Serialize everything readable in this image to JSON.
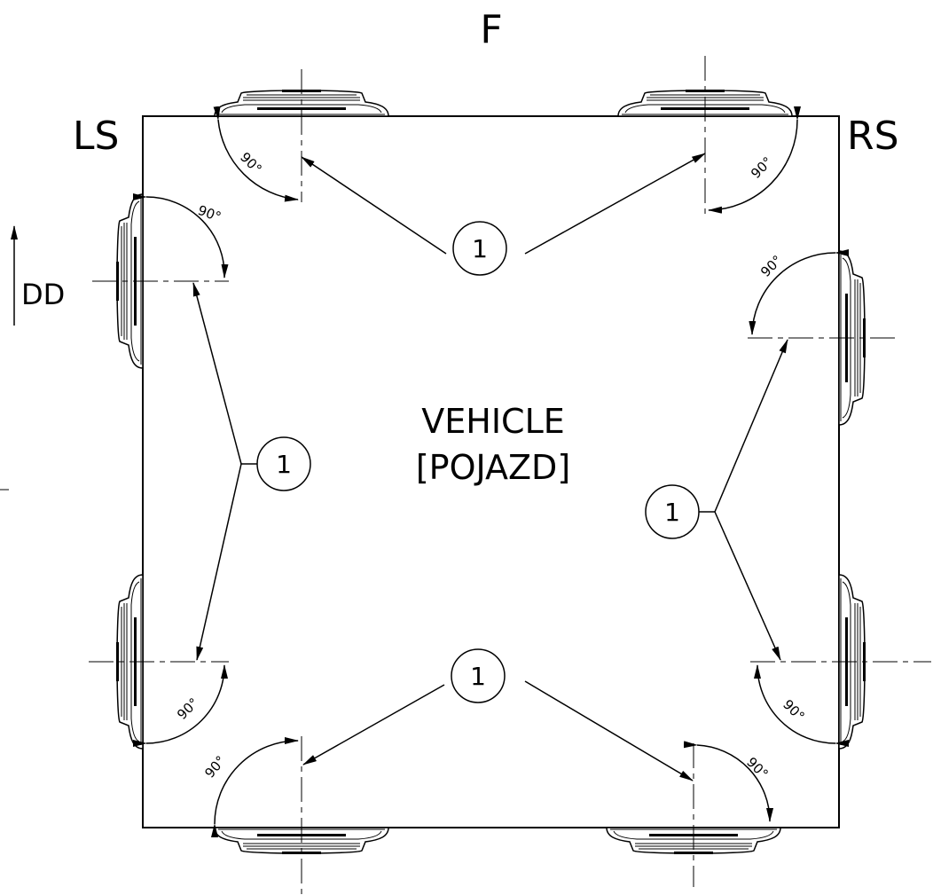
{
  "labels": {
    "front": "F",
    "left_side": "LS",
    "right_side": "RS",
    "driving_direction": "DD",
    "vehicle_line1": "VEHICLE",
    "vehicle_line2": "[POJAZD]"
  },
  "callouts": [
    "1",
    "1",
    "1",
    "1"
  ],
  "angles": [
    "90°",
    "90°",
    "90°",
    "90°",
    "90°",
    "90°",
    "90°",
    "90°"
  ]
}
